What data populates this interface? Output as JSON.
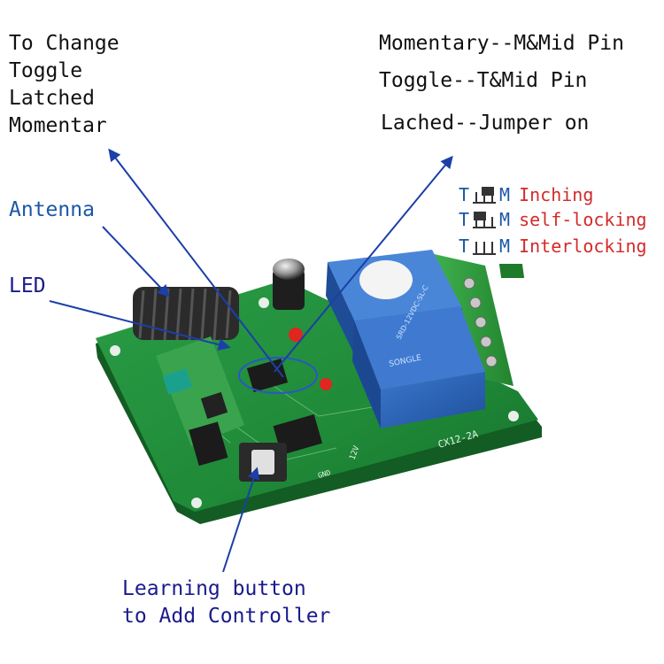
{
  "annotations": {
    "change_mode": [
      "To Change",
      "Toggle",
      "Latched",
      "Momentar"
    ],
    "pin_notes": [
      "Momentary--M&Mid Pin",
      "Toggle--T&Mid Pin",
      "Lached--Jumper on"
    ],
    "antenna": "Antenna",
    "led": "LED",
    "learning_button": [
      "Learning button",
      "to Add Controller"
    ]
  },
  "jumper_legend": [
    {
      "left": "T",
      "right": "M",
      "mode": "Inching"
    },
    {
      "left": "T",
      "right": "M",
      "mode": "self-locking"
    },
    {
      "left": "T",
      "right": "M",
      "mode": "Interlocking"
    }
  ],
  "board_text": {
    "model": "CX12-2A",
    "relay_top": "SONGLE",
    "relay_bottom": "SRD-12VDC-SL-C",
    "pin_label": "12V",
    "pin_label_2": "GND"
  },
  "colors": {
    "annotation_black": "#111111",
    "annotation_blue": "#1b57a8",
    "annotation_navy": "#1a1a8c",
    "legend_red": "#d22b2b",
    "arrow": "#1c3fa8",
    "pcb_green": "#1f8f3a",
    "relay_blue": "#2a62b8"
  }
}
